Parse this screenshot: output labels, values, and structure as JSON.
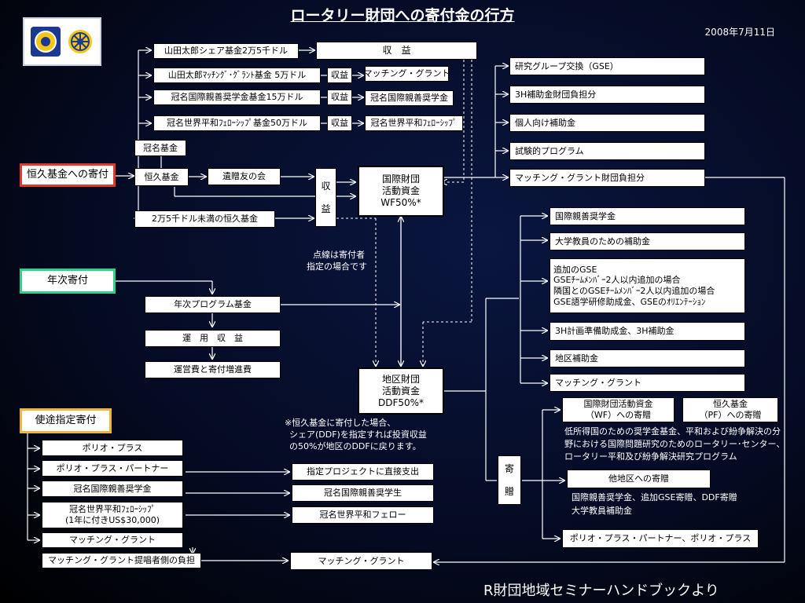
{
  "title": "ロータリー財団への寄付金の行方",
  "date": "2008年7月11日",
  "footer": "R財団地域セミナーハンドブックより",
  "logos": [
    "rotary-foundation-logo",
    "rotary-wheel-logo"
  ],
  "left": {
    "endowment_gift": "恒久基金への寄付",
    "annual_giving": "年次寄付",
    "designated_gifts": "使途指定寄付"
  },
  "top_funds": {
    "yamada_share": "山田太郎シェア基金2万5千ドル",
    "yamada_matching": "山田太郎ﾏｯﾁﾝｸﾞ･ｸﾞﾗﾝﾄ基金 5万ドル",
    "named_scholarship": "冠名国際親善奨学金基金15万ドル",
    "named_peace": "冠名世界平和ﾌｪﾛｰｼｯﾌﾟ基金50万ドル",
    "named_fund": "冠名基金",
    "endowment": "恒久基金",
    "bequest": "遺贈友の会",
    "under_25k": "2万5千ドル未満の恒久基金"
  },
  "earnings_labels": [
    "収益",
    "収益",
    "収益"
  ],
  "earnings_main": "収　益",
  "earnings_vertical": [
    "収",
    "益"
  ],
  "mid_programs": {
    "matching": "マッチング・グラント",
    "named_scholarship": "冠名国際親善奨学金",
    "named_peace": "冠名世界平和ﾌｪﾛｰｼｯﾌﾟ"
  },
  "wf": {
    "line1": "国際財団",
    "line2": "活動資金",
    "line3": "WF50%*"
  },
  "ddf": {
    "line1": "地区財団",
    "line2": "活動資金",
    "line3": "DDF50%*"
  },
  "dotted_note": [
    "点線は寄付者",
    "指定の場合です"
  ],
  "annual": {
    "program_fund": "年次プログラム基金",
    "investment": "運　用　収　益",
    "operations": "運営費と寄付増進費"
  },
  "endowment_note": [
    "※恒久基金に寄付した場合、",
    "シェア(DDF)を指定すれば投資収益",
    "の50%が地区のDDFに戻ります。"
  ],
  "wf_uses": [
    "研究グループ交換（GSE）",
    "3H補助金財団負担分",
    "個人向け補助金",
    "試験的プログラム",
    "マッチング・グラント財団負担分"
  ],
  "ddf_uses": {
    "scholarship": "国際親善奨学金",
    "faculty": "大学教員のための補助金",
    "gse_extra": [
      "追加のGSE",
      "GSEﾁｰﾑﾒﾝﾊﾞｰ2人以内追加の場合",
      "隣国とのGSEﾁｰﾑﾒﾝﾊﾞｰ2人以内追加の場合",
      "GSE語学研修助成金、GSEのｵﾘｴﾝﾃｰｼｮﾝ"
    ],
    "planning_3h": "3H計画準備助成金、3H補助金",
    "district_grant": "地区補助金",
    "matching": "マッチング・グラント"
  },
  "donation_vertical": [
    "寄",
    "贈"
  ],
  "donations": {
    "to_wf": [
      "国際財団活動資金",
      "（WF）への寄贈"
    ],
    "to_pf": [
      "恒久基金",
      "（PF）への寄贈"
    ],
    "wf_pf_note": [
      "低所得国のための奨学金基金、平和および紛争解決の分",
      "野における国際問題研究のためのロータリー･センター、",
      "ロータリー平和及び紛争解決研究プログラム"
    ],
    "other_district": "他地区への寄贈",
    "other_district_note": [
      "国際親善奨学金、追加GSE寄贈、DDF寄贈",
      "大学教員補助金"
    ],
    "polio": "ポリオ・プラス・パートナー、ポリオ・プラス"
  },
  "designated": {
    "polio_plus": "ポリオ・プラス",
    "polio_partner": "ポリオ・プラス・パートナー",
    "named_scholarship": "冠名国際親善奨学金",
    "named_peace": [
      "冠名世界平和ﾌｪﾛｰｼｯﾌﾟ",
      "(1年に付きUS$30,000)"
    ],
    "matching": "マッチング・グラント",
    "matching_proposer": "マッチング・グラント提唱者側の負担"
  },
  "designated_out": {
    "direct_project": "指定プロジェクトに直接支出",
    "named_scholar": "冠名国際親善奨学生",
    "named_fellow": "冠名世界平和フェロー",
    "matching": "マッチング・グラント"
  },
  "colors": {
    "red": "#e03a2b",
    "green": "#2fd08a",
    "yellow": "#f0b43a"
  }
}
